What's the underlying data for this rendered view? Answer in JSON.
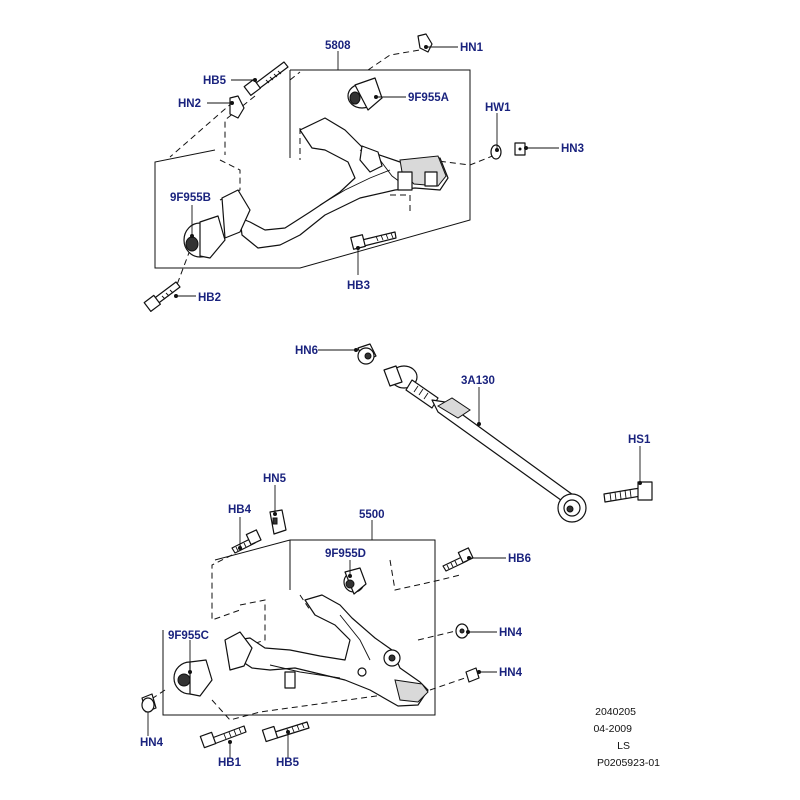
{
  "labels": {
    "hn1": "HN1",
    "hb5_top": "HB5",
    "hn2": "HN2",
    "p5808": "5808",
    "p9f955a": "9F955A",
    "hw1": "HW1",
    "hn3": "HN3",
    "p9f955b": "9F955B",
    "hb3": "HB3",
    "hb2": "HB2",
    "hn6": "HN6",
    "p3a130": "3A130",
    "hs1": "HS1",
    "hn5": "HN5",
    "hb4": "HB4",
    "p5500": "5500",
    "p9f955d": "9F955D",
    "hb6": "HB6",
    "hn4_a": "HN4",
    "p9f955c": "9F955C",
    "hn4_b": "HN4",
    "hn4_c": "HN4",
    "hb1": "HB1",
    "hb5_bottom": "HB5"
  },
  "footer": {
    "code": "2040205",
    "date": "04-2009",
    "region": "LS",
    "ref": "P0205923-01"
  }
}
